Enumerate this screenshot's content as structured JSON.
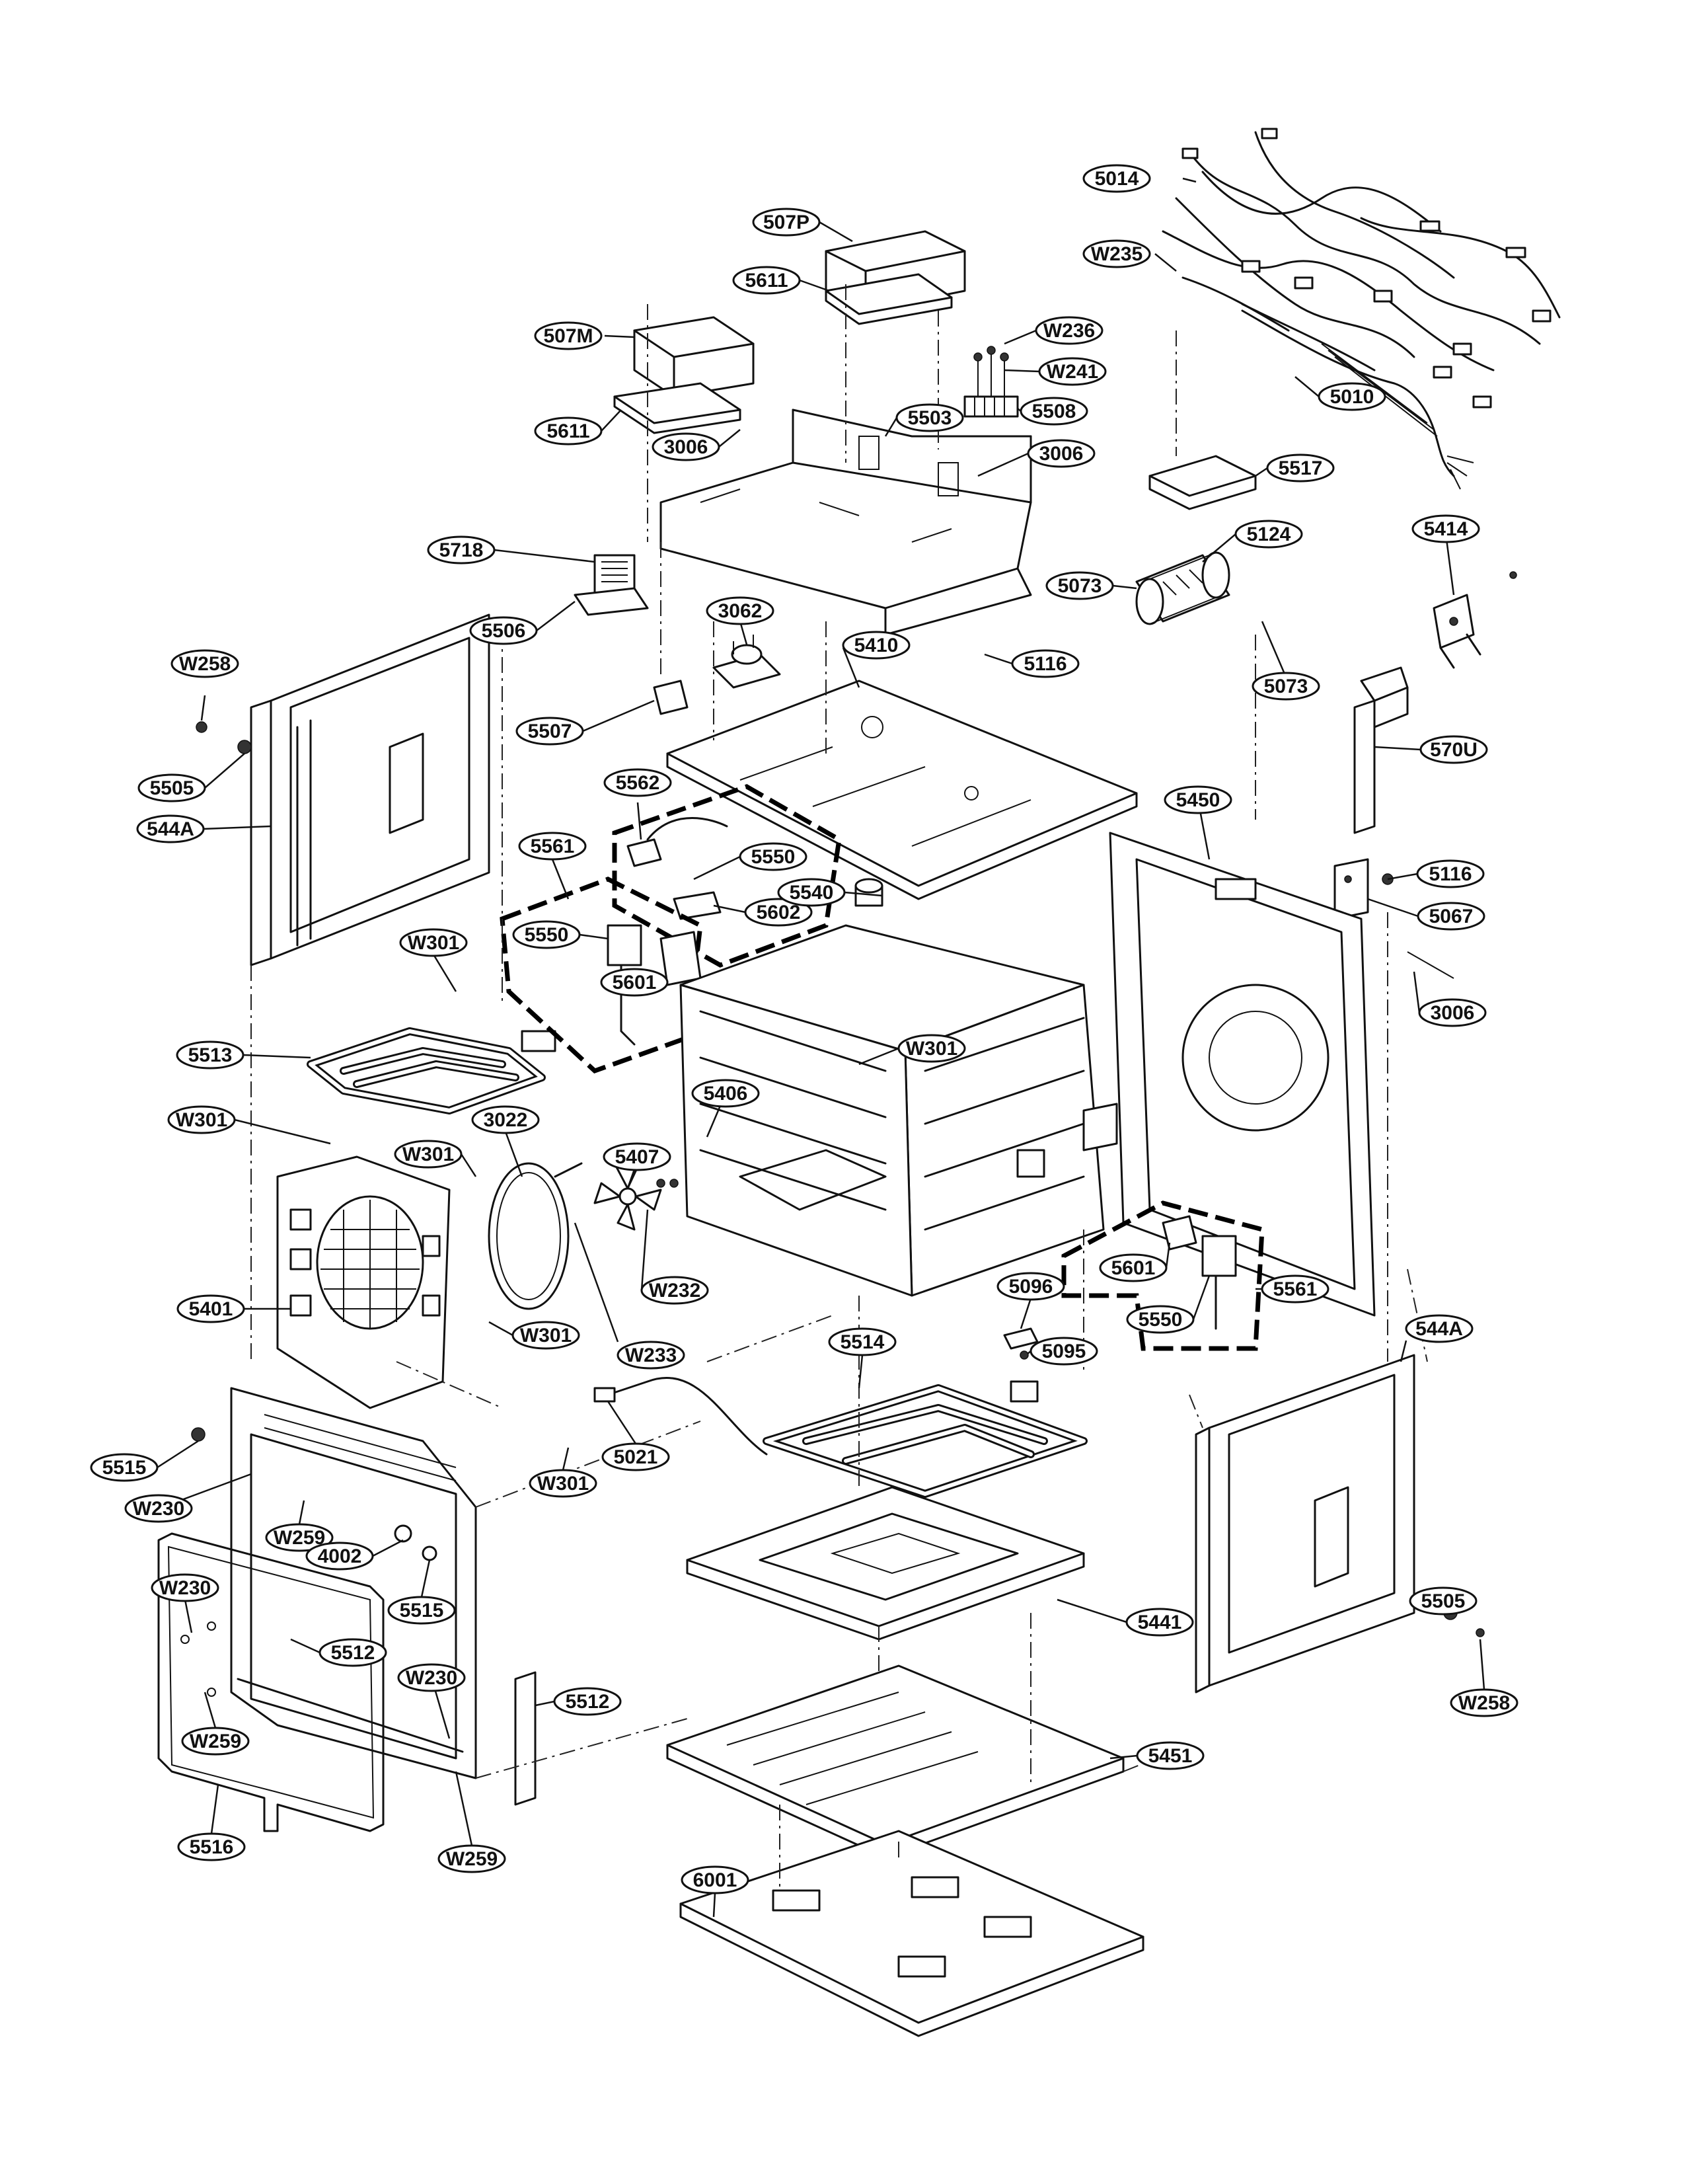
{
  "callouts": [
    {
      "id": "c1",
      "label": "5014"
    },
    {
      "id": "c2",
      "label": "W235"
    },
    {
      "id": "c3",
      "label": "507P"
    },
    {
      "id": "c4",
      "label": "5611"
    },
    {
      "id": "c5",
      "label": "W236"
    },
    {
      "id": "c6",
      "label": "507M"
    },
    {
      "id": "c7",
      "label": "W241"
    },
    {
      "id": "c8",
      "label": "5010"
    },
    {
      "id": "c9",
      "label": "5508"
    },
    {
      "id": "c10",
      "label": "5611"
    },
    {
      "id": "c11",
      "label": "3006"
    },
    {
      "id": "c12",
      "label": "5503"
    },
    {
      "id": "c13",
      "label": "3006"
    },
    {
      "id": "c14",
      "label": "5517"
    },
    {
      "id": "c15",
      "label": "5718"
    },
    {
      "id": "c16",
      "label": "5124"
    },
    {
      "id": "c17",
      "label": "5414"
    },
    {
      "id": "c18",
      "label": "5073"
    },
    {
      "id": "c19",
      "label": "5506"
    },
    {
      "id": "c20",
      "label": "3062"
    },
    {
      "id": "c21",
      "label": "5410"
    },
    {
      "id": "c22",
      "label": "5116"
    },
    {
      "id": "c23",
      "label": "5073"
    },
    {
      "id": "c24",
      "label": "W258"
    },
    {
      "id": "c25",
      "label": "5507"
    },
    {
      "id": "c26",
      "label": "570U"
    },
    {
      "id": "c27",
      "label": "5562"
    },
    {
      "id": "c28",
      "label": "5505"
    },
    {
      "id": "c29",
      "label": "5561"
    },
    {
      "id": "c30",
      "label": "5450"
    },
    {
      "id": "c31",
      "label": "544A"
    },
    {
      "id": "c32",
      "label": "5550"
    },
    {
      "id": "c33",
      "label": "5602"
    },
    {
      "id": "c34",
      "label": "5116"
    },
    {
      "id": "c35",
      "label": "5540"
    },
    {
      "id": "c36",
      "label": "5067"
    },
    {
      "id": "c37",
      "label": "5550"
    },
    {
      "id": "c38",
      "label": "W301"
    },
    {
      "id": "c39",
      "label": "3006"
    },
    {
      "id": "c40",
      "label": "5601"
    },
    {
      "id": "c41",
      "label": "5513"
    },
    {
      "id": "c42",
      "label": "W301"
    },
    {
      "id": "c43",
      "label": "W301"
    },
    {
      "id": "c44",
      "label": "5407"
    },
    {
      "id": "c45",
      "label": "5406"
    },
    {
      "id": "c46",
      "label": "W301"
    },
    {
      "id": "c47",
      "label": "3022"
    },
    {
      "id": "c48",
      "label": "5601"
    },
    {
      "id": "c49",
      "label": "5561"
    },
    {
      "id": "c50",
      "label": "W232"
    },
    {
      "id": "c51",
      "label": "5550"
    },
    {
      "id": "c52",
      "label": "5401"
    },
    {
      "id": "c53",
      "label": "W301"
    },
    {
      "id": "c54",
      "label": "5096"
    },
    {
      "id": "c55",
      "label": "W233"
    },
    {
      "id": "c56",
      "label": "5095"
    },
    {
      "id": "c57",
      "label": "5514"
    },
    {
      "id": "c58",
      "label": "544A"
    },
    {
      "id": "c59",
      "label": "5021"
    },
    {
      "id": "c60",
      "label": "5515"
    },
    {
      "id": "c61",
      "label": "W301"
    },
    {
      "id": "c62",
      "label": "W230"
    },
    {
      "id": "c63",
      "label": "W259"
    },
    {
      "id": "c64",
      "label": "4002"
    },
    {
      "id": "c65",
      "label": "5515"
    },
    {
      "id": "c66",
      "label": "5441"
    },
    {
      "id": "c67",
      "label": "W230"
    },
    {
      "id": "c68",
      "label": "5505"
    },
    {
      "id": "c69",
      "label": "5512"
    },
    {
      "id": "c70",
      "label": "W258"
    },
    {
      "id": "c71",
      "label": "W230"
    },
    {
      "id": "c72",
      "label": "5512"
    },
    {
      "id": "c73",
      "label": "W259"
    },
    {
      "id": "c74",
      "label": "5451"
    },
    {
      "id": "c75",
      "label": "5516"
    },
    {
      "id": "c76",
      "label": "W259"
    },
    {
      "id": "c77",
      "label": "6001"
    }
  ]
}
